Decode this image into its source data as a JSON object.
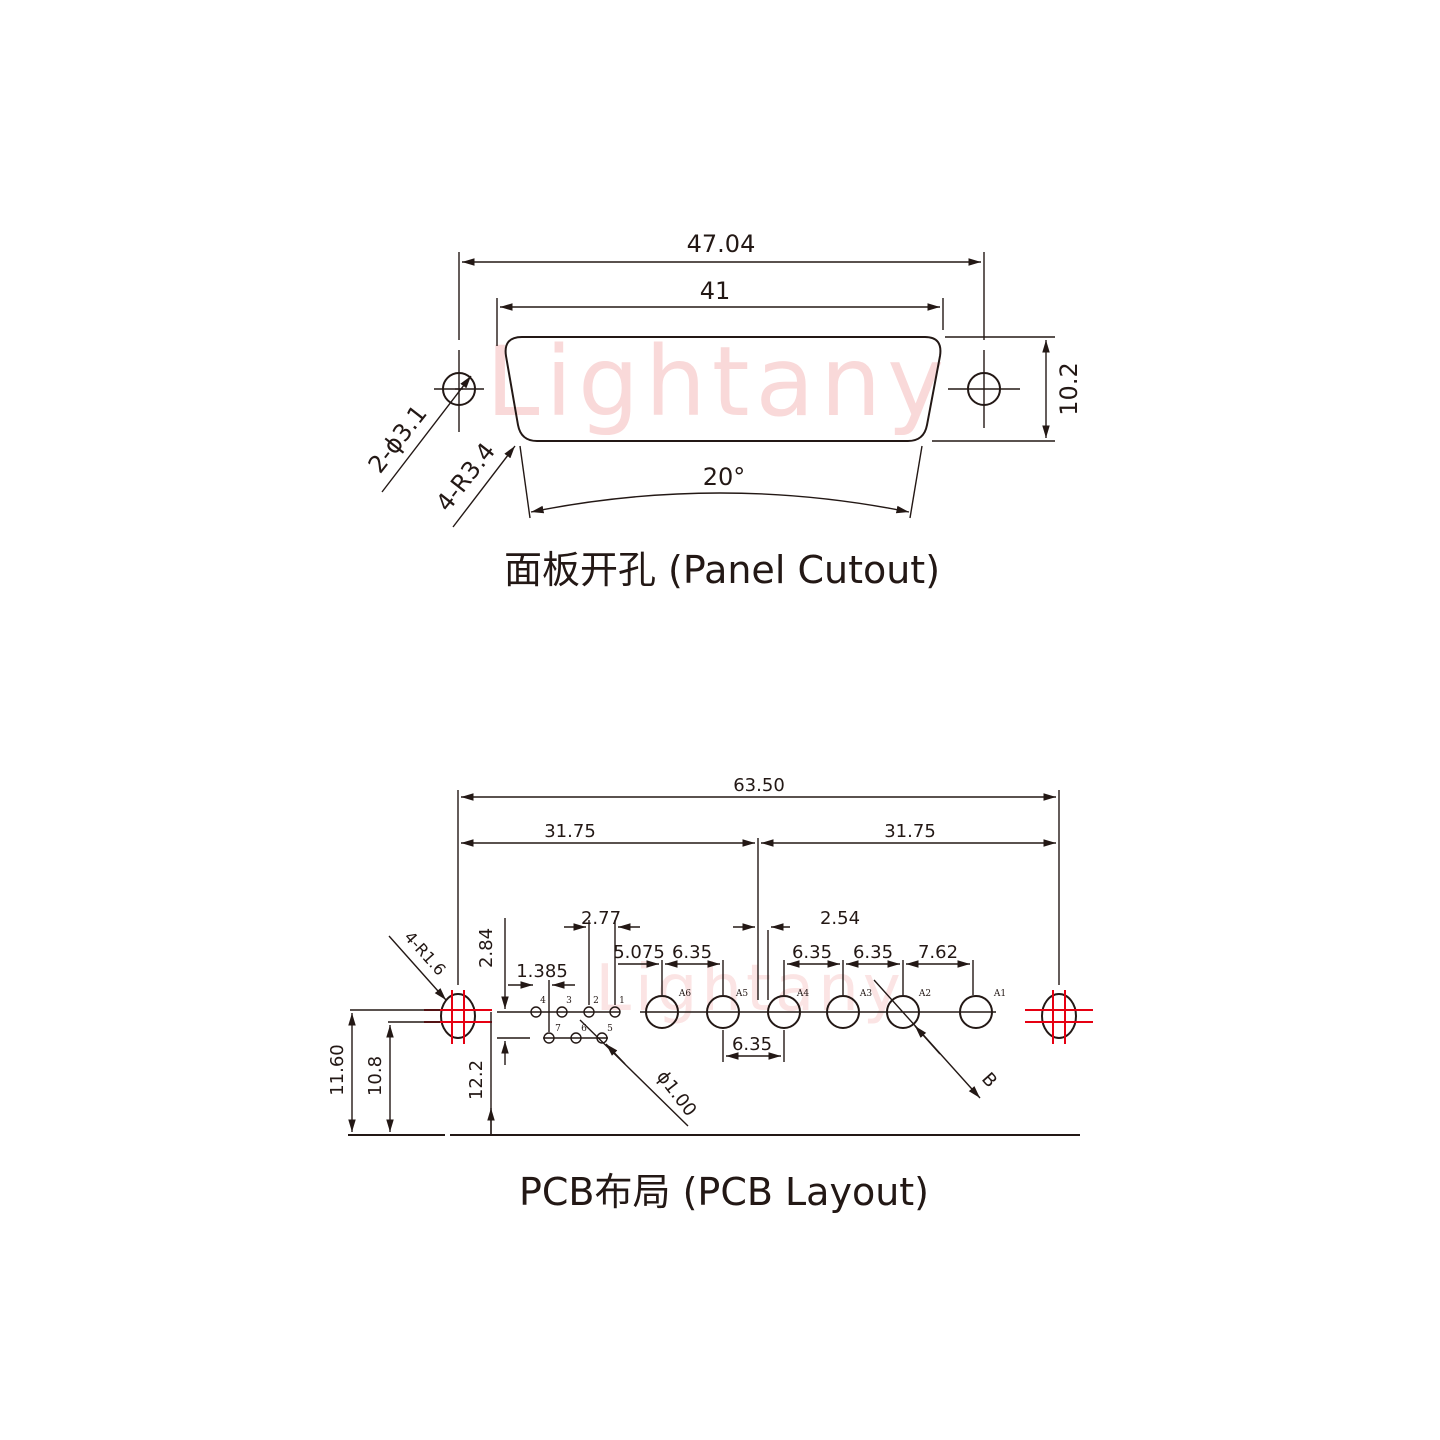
{
  "watermark": "Lightany",
  "panel": {
    "caption": "面板开孔 (Panel Cutout)",
    "dim_overall": "47.04",
    "dim_body": "41",
    "dim_height": "10.2",
    "dim_hole": "2-ϕ3.1",
    "dim_radius": "4-R3.4",
    "dim_angle": "20°"
  },
  "pcb": {
    "caption": "PCB布局 (PCB Layout)",
    "dim_overall": "63.50",
    "dim_half_left": "31.75",
    "dim_half_right": "31.75",
    "dim_277": "2.77",
    "dim_254": "2.54",
    "dim_284": "2.84",
    "dim_1385": "1.385",
    "dim_5075": "5.075",
    "dim_635_a": "6.35",
    "dim_635_b": "6.35",
    "dim_635_c": "6.35",
    "dim_635_bottom": "6.35",
    "dim_762": "7.62",
    "dim_radius": "4-R1.6",
    "dim_1160": "11.60",
    "dim_108": "10.8",
    "dim_122": "12.2",
    "dim_dia": "ϕ1.00",
    "dim_b": "B",
    "signal_pins_top": [
      "4",
      "3",
      "2",
      "1"
    ],
    "signal_pins_bottom": [
      "7",
      "6",
      "5"
    ],
    "power_pins": [
      "A6",
      "A5",
      "A4",
      "A3",
      "A2",
      "A1"
    ]
  },
  "colors": {
    "line": "#231815",
    "centerline": "#e60012",
    "watermark": "#f9d9d9"
  }
}
